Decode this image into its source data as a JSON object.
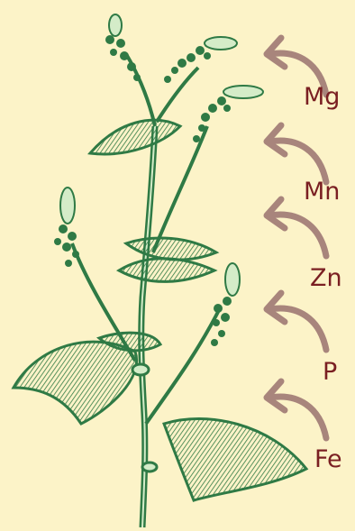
{
  "colors": {
    "background": "#fcf3c8",
    "plant": "#2f7a45",
    "plant_light": "#d4ecc8",
    "arrow": "#a8857c",
    "label": "#7a1f22"
  },
  "illustration": {
    "subject": "buckwheat-plant-engraving-icon"
  },
  "nutrients": [
    {
      "symbol": "Mg"
    },
    {
      "symbol": "Mn"
    },
    {
      "symbol": "Zn"
    },
    {
      "symbol": "P"
    },
    {
      "symbol": "Fe"
    }
  ]
}
